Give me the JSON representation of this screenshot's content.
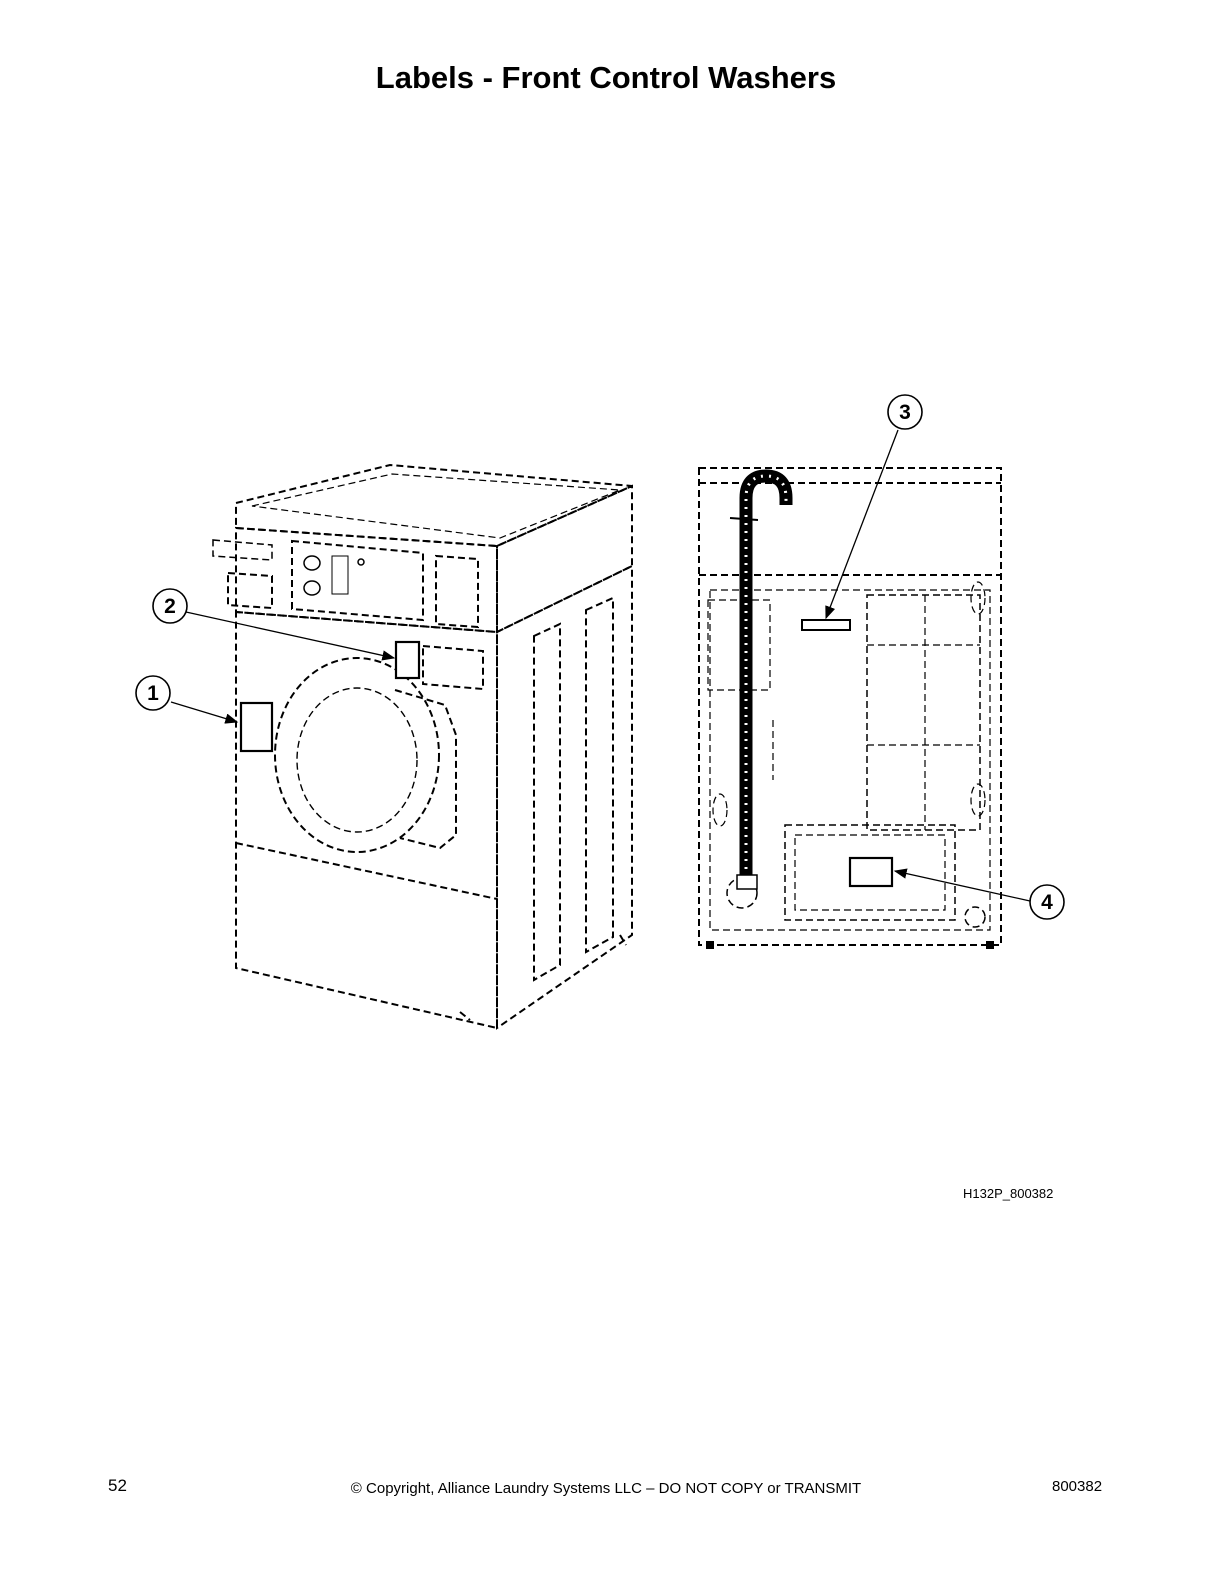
{
  "page": {
    "title": "Labels - Front Control Washers",
    "figure_id": "H132P_800382",
    "page_number": "52",
    "copyright": "© Copyright, Alliance Laundry Systems LLC – DO NOT COPY or TRANSMIT",
    "document_number": "800382"
  },
  "callouts": [
    {
      "number": "1"
    },
    {
      "number": "2"
    },
    {
      "number": "3"
    },
    {
      "number": "4"
    }
  ]
}
